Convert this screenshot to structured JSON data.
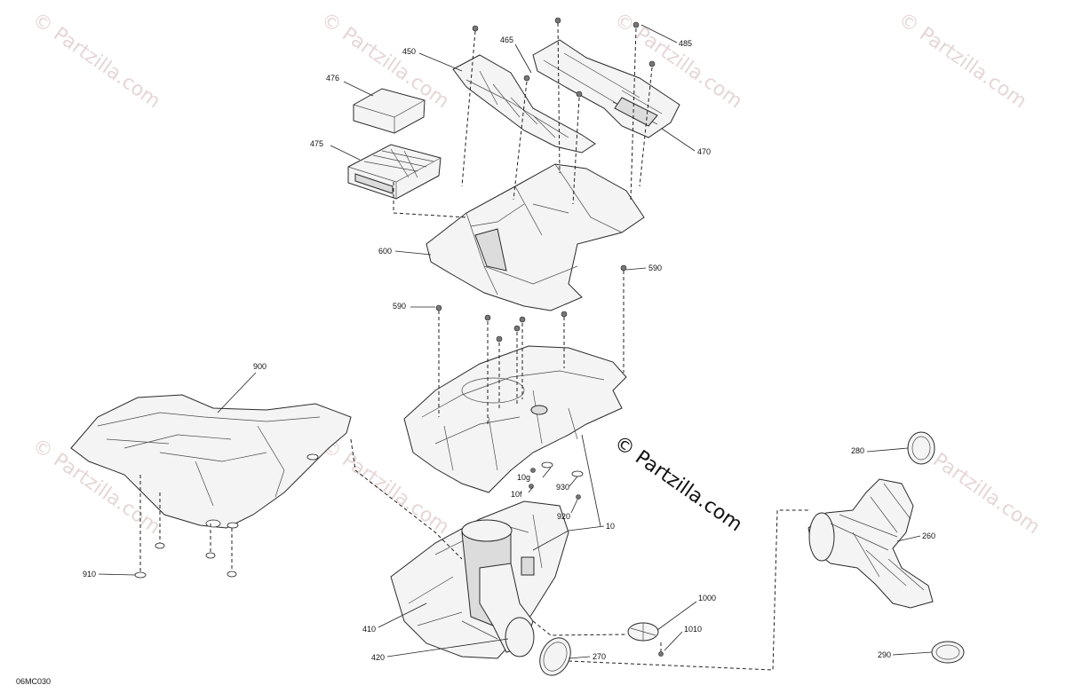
{
  "watermark": "© Partzilla.com",
  "copyright_text": "© Partzilla.com",
  "diagram_code": "06MC030",
  "callouts": [
    {
      "id": "450",
      "label": "450"
    },
    {
      "id": "465",
      "label": "465"
    },
    {
      "id": "485",
      "label": "485"
    },
    {
      "id": "476",
      "label": "476"
    },
    {
      "id": "470",
      "label": "470"
    },
    {
      "id": "475",
      "label": "475"
    },
    {
      "id": "600",
      "label": "600"
    },
    {
      "id": "590a",
      "label": "590"
    },
    {
      "id": "590b",
      "label": "590"
    },
    {
      "id": "900",
      "label": "900"
    },
    {
      "id": "10g",
      "label": "10g"
    },
    {
      "id": "10f",
      "label": "10f"
    },
    {
      "id": "930",
      "label": "930"
    },
    {
      "id": "920",
      "label": "920"
    },
    {
      "id": "10",
      "label": "10"
    },
    {
      "id": "910",
      "label": "910"
    },
    {
      "id": "410",
      "label": "410"
    },
    {
      "id": "420",
      "label": "420"
    },
    {
      "id": "270",
      "label": "270"
    },
    {
      "id": "1000",
      "label": "1000"
    },
    {
      "id": "1010",
      "label": "1010"
    },
    {
      "id": "280",
      "label": "280"
    },
    {
      "id": "260",
      "label": "260"
    },
    {
      "id": "290",
      "label": "290"
    }
  ]
}
